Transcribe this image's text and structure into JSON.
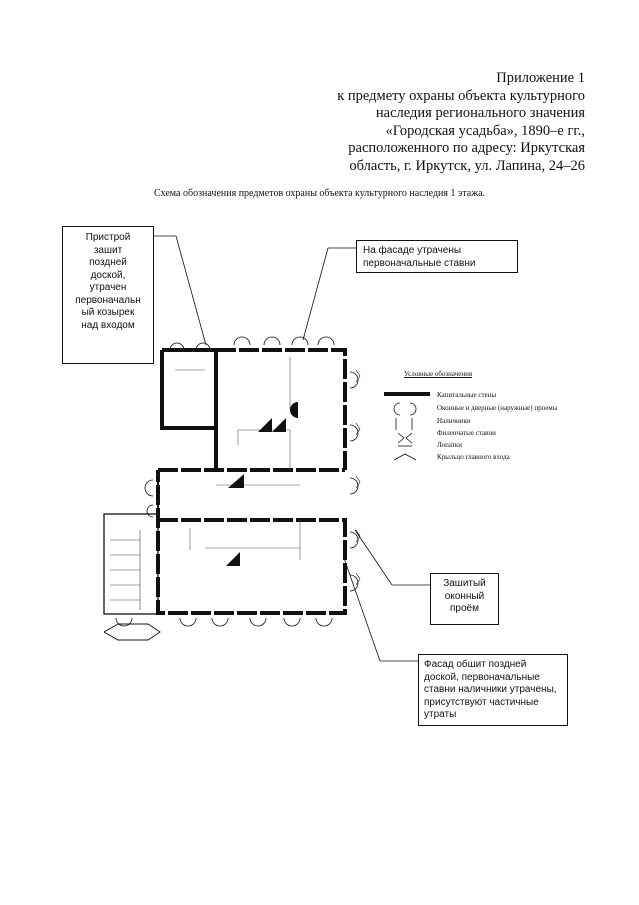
{
  "header": {
    "lines": [
      "Приложение 1",
      "к предмету охраны объекта культурного",
      "наследия регионального значения",
      "«Городская усадьба», 1890–е гг.,",
      "расположенного по адресу: Иркутская",
      "область, г. Иркутск, ул. Лапина, 24–26"
    ]
  },
  "subtitle": "Схема обозначения предметов охраны объекта культурного наследия 1 этажа.",
  "callouts": {
    "annex": [
      "Пристрой",
      "зашит",
      "поздней",
      "доской,",
      "утрачен",
      "первоначальн",
      "ый козырек",
      "над входом"
    ],
    "shutters": "На фасаде утрачены первоначальные ставни",
    "window": [
      "Зашитый",
      "оконный",
      "проём"
    ],
    "facade": "Фасад обшит поздней доской, первоначальные ставни наличники утрачены, присутствуют частичные утраты"
  },
  "legend": {
    "title": "Условные обозначения",
    "items": [
      "Капитальные стены",
      "Оконные и дверные (наружные) проемы",
      "Наличники",
      "Филенчатые ставни",
      "Лопатки",
      "Крыльцо главного входа"
    ]
  }
}
